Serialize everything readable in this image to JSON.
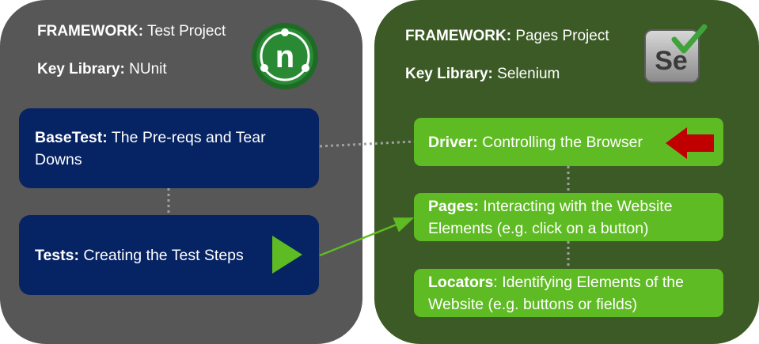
{
  "left_panel": {
    "framework_label": "FRAMEWORK:",
    "framework_value": "Test Project",
    "library_label": "Key Library:",
    "library_value": "NUnit",
    "logo_letter": "n"
  },
  "right_panel": {
    "framework_label": "FRAMEWORK:",
    "framework_value": "Pages Project",
    "library_label": "Key Library:",
    "library_value": "Selenium",
    "logo_text": "Se"
  },
  "boxes": {
    "basetest": {
      "title": "BaseTest:",
      "text": "The Pre-reqs and Tear Downs"
    },
    "tests": {
      "title": "Tests:",
      "text": "Creating the Test Steps"
    },
    "driver": {
      "title": "Driver:",
      "text": "Controlling the Browser"
    },
    "pages": {
      "title": "Pages:",
      "text": "Interacting with the Website Elements (e.g. click on a button)"
    },
    "locators": {
      "title": "Locators",
      "text": ": Identifying Elements of the Website (e.g. buttons or fields)"
    }
  },
  "colors": {
    "left_panel_bg": "#575757",
    "right_panel_bg": "#3c5a25",
    "blue_box": "#062363",
    "green_box": "#5fbb23",
    "play_arrow": "#5fbb23",
    "red_arrow": "#c00000"
  },
  "icons": {
    "nunit_logo": "nunit-logo-icon",
    "selenium_logo": "selenium-logo-icon",
    "play_arrow": "play-triangle-icon",
    "red_arrow": "red-left-arrow-icon"
  }
}
